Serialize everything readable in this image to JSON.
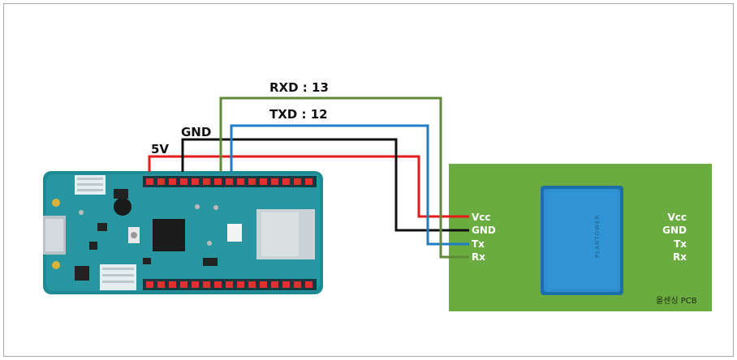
{
  "wires": {
    "v5_label": "5V",
    "gnd_label": "GND",
    "txd_label": "TXD : 12",
    "rxd_label": "RXD : 13"
  },
  "pcb": {
    "left_pins": [
      "Vcc",
      "GND",
      "Tx",
      "Rx"
    ],
    "right_pins": [
      "Vcc",
      "GND",
      "Tx",
      "Rx"
    ],
    "label": "올센싱 PCB",
    "sensor_text": "PLANTOWER"
  },
  "colors": {
    "wire_5v": "#e31b1b",
    "wire_gnd": "#111111",
    "wire_txd": "#1f7cc6",
    "wire_rxd": "#5f8a36",
    "pcb_green": "#6aac3f",
    "board_teal": "#1e8a94",
    "sensor_blue": "#2c8ac8"
  }
}
